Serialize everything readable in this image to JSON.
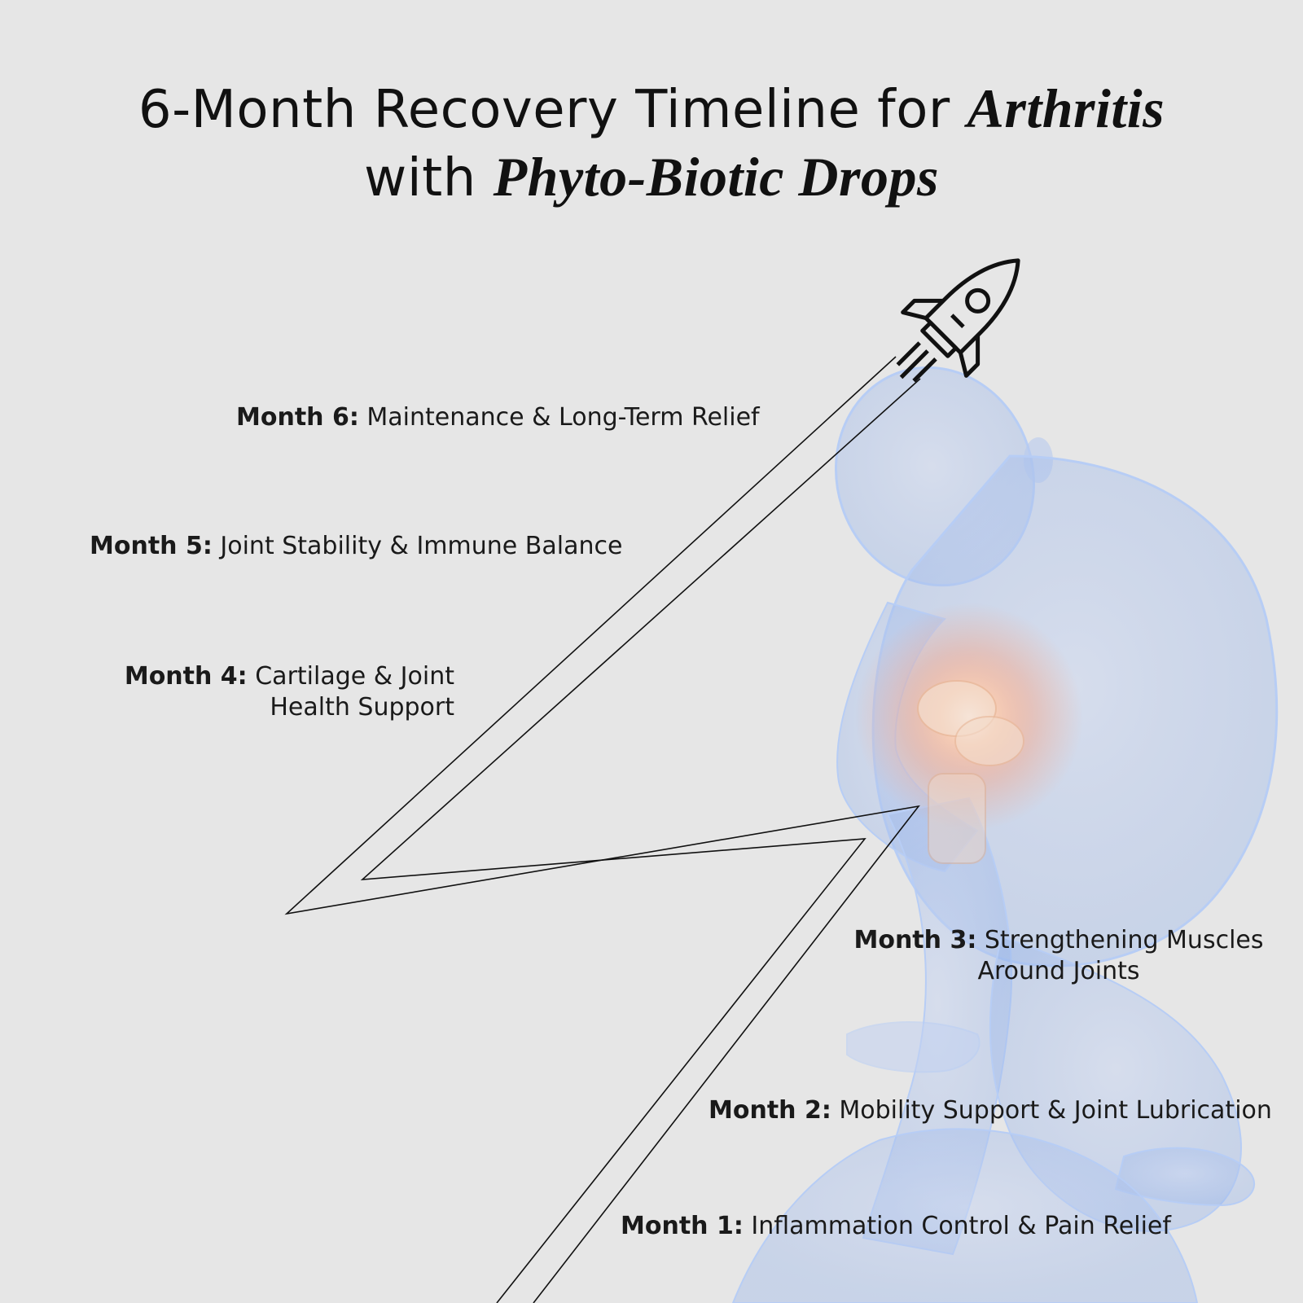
{
  "title": {
    "line1_plain": "6-Month Recovery Timeline for",
    "line1_italic": "Arthritis",
    "line2_plain": "with",
    "line2_italic": "Phyto-Biotic Drops"
  },
  "milestones": [
    {
      "month": "Month 1:",
      "text": "Inflammation Control & Pain Relief"
    },
    {
      "month": "Month 2:",
      "text": "Mobility Support & Joint Lubrication"
    },
    {
      "month": "Month 3:",
      "text": "Strengthening Muscles",
      "text2": "Around Joints"
    },
    {
      "month": "Month 4:",
      "text": "Cartilage & Joint",
      "text2": "Health Support"
    },
    {
      "month": "Month 5:",
      "text": "Joint Stability & Immune Balance"
    },
    {
      "month": "Month 6:",
      "text": "Maintenance & Long-Term Relief"
    }
  ],
  "icons": {
    "rocket": "rocket-icon",
    "figure": "human-figure-knee-pain"
  },
  "colors": {
    "background": "#e6e6e6",
    "figure_blue": "#9fb8e8",
    "knee_glow": "#ff8a5c",
    "line": "#111111"
  }
}
